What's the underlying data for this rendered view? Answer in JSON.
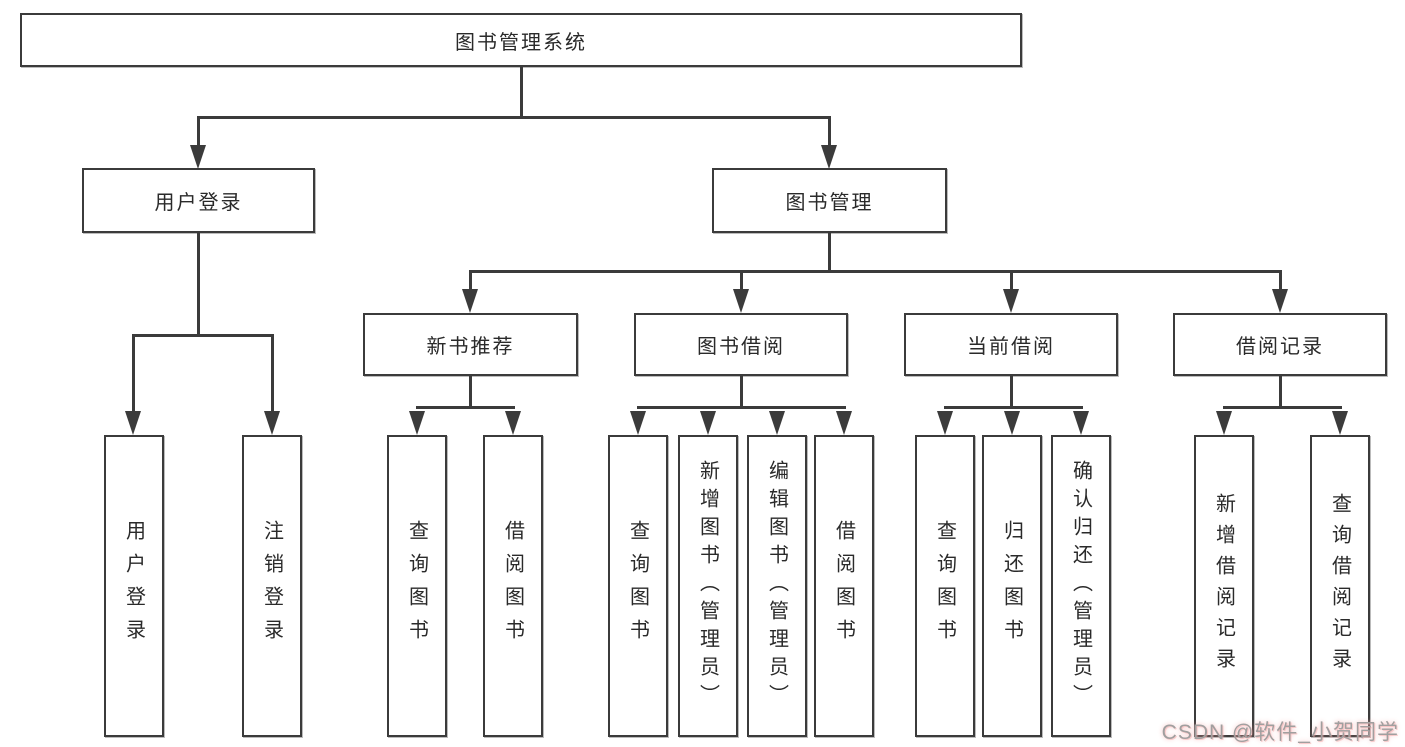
{
  "diagram": {
    "root": {
      "label": "图书管理系统",
      "children": [
        {
          "label": "用户登录",
          "children": [
            {
              "label": "用户登录"
            },
            {
              "label": "注销登录"
            }
          ]
        },
        {
          "label": "图书管理",
          "children": [
            {
              "label": "新书推荐",
              "children": [
                {
                  "label": "查询图书"
                },
                {
                  "label": "借阅图书"
                }
              ]
            },
            {
              "label": "图书借阅",
              "children": [
                {
                  "label": "查询图书"
                },
                {
                  "label": "新增图书（管理员）"
                },
                {
                  "label": "编辑图书（管理员）"
                },
                {
                  "label": "借阅图书"
                }
              ]
            },
            {
              "label": "当前借阅",
              "children": [
                {
                  "label": "查询图书"
                },
                {
                  "label": "归还图书"
                },
                {
                  "label": "确认归还（管理员）"
                }
              ]
            },
            {
              "label": "借阅记录",
              "children": [
                {
                  "label": "新增借阅记录"
                },
                {
                  "label": "查询借阅记录"
                }
              ]
            }
          ]
        }
      ]
    },
    "colors": {
      "line": "#3b3b3b",
      "text": "#2a2a2a",
      "watermark": "#a09f9f",
      "watermark_glow": "#f4aaaa"
    }
  },
  "watermark": {
    "text": "CSDN @软件_小贺同学"
  }
}
